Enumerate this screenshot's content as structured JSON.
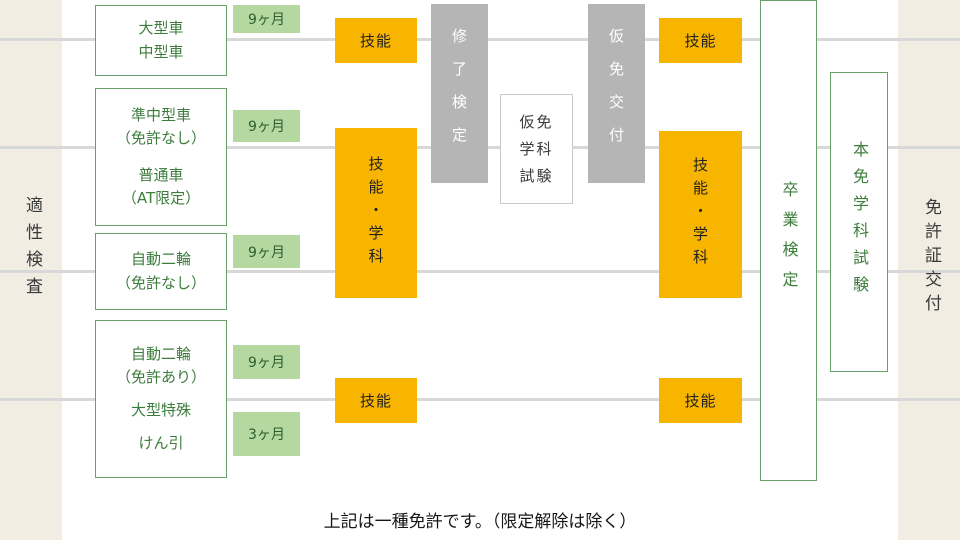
{
  "caption": "上記は一種免許です。（限定解除は除く）",
  "rails": {
    "left": "適性検査",
    "right": "免許証交付"
  },
  "vehicles": [
    {
      "groups": [
        "大型車\n中型車"
      ]
    },
    {
      "groups": [
        "準中型車\n（免許なし）",
        "普通車\n（AT限定）"
      ]
    },
    {
      "groups": [
        "自動二輪\n（免許なし）"
      ]
    },
    {
      "groups": [
        "自動二輪\n（免許あり）",
        "大型特殊",
        "けん引"
      ]
    }
  ],
  "durations": [
    "9ヶ月",
    "9ヶ月",
    "9ヶ月",
    "9ヶ月",
    "3ヶ月"
  ],
  "stages": {
    "skill_left_top": "技能",
    "skill_and_gakka_left": "技能・学科",
    "skill_left_bottom": "技能",
    "completion_exam": "修了検定",
    "provisional_written_exam": "仮免\n学科\n試験",
    "provisional_license_issue": "仮免交付",
    "skill_right_top": "技能",
    "skill_and_gakka_right": "技能・学科",
    "skill_right_bottom": "技能",
    "graduation_exam": "卒業検定",
    "final_written_exam": "本免学科試験"
  },
  "colors": {
    "side_rail_bg": "#f1ede3",
    "green_border": "#69a069",
    "green_text": "#3c7d3c",
    "duration_bg": "#b5d8a1",
    "duration_text": "#2f5d2f",
    "skill_bg": "#f8b500",
    "gray_bg": "#b5b5b5",
    "connector_line": "#d8d8d8"
  }
}
